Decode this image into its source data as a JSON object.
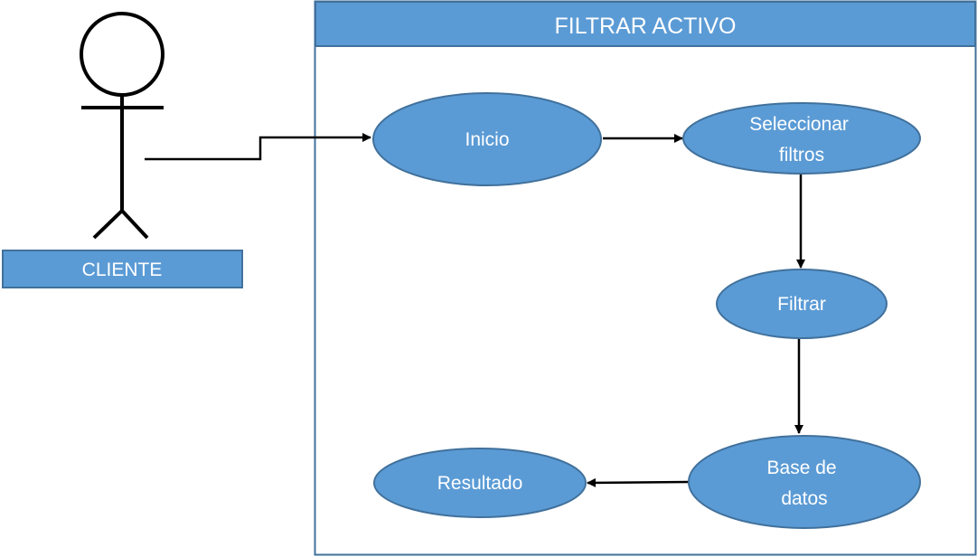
{
  "colors": {
    "fill": "#5b9bd5",
    "stroke": "#41719c",
    "line": "#000000",
    "text": "#ffffff"
  },
  "actor": {
    "label": "CLIENTE"
  },
  "system": {
    "title": "FILTRAR ACTIVO"
  },
  "use_cases": {
    "inicio": "Inicio",
    "seleccionar_line1": "Seleccionar",
    "seleccionar_line2": "filtros",
    "filtrar": "Filtrar",
    "base_line1": "Base de",
    "base_line2": "datos",
    "resultado": "Resultado"
  }
}
